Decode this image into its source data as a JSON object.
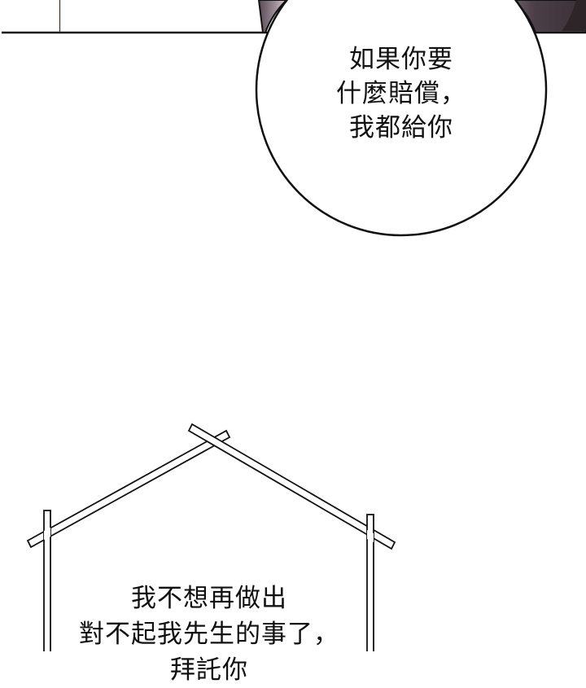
{
  "panel_top": {
    "speech_bubble": {
      "shape": "circle",
      "lines": [
        "如果你要",
        "什麼賠償，",
        "我都給你"
      ]
    }
  },
  "panel_bottom": {
    "thought_bubble": {
      "shape": "house",
      "lines": [
        "我不想再做出",
        "對不起我先生的事了，",
        "拜託你"
      ]
    }
  },
  "colors": {
    "background": "#ffffff",
    "ink": "#111111",
    "dark_object": "#4a3f46",
    "dark_object_shade": "#2e2529"
  }
}
